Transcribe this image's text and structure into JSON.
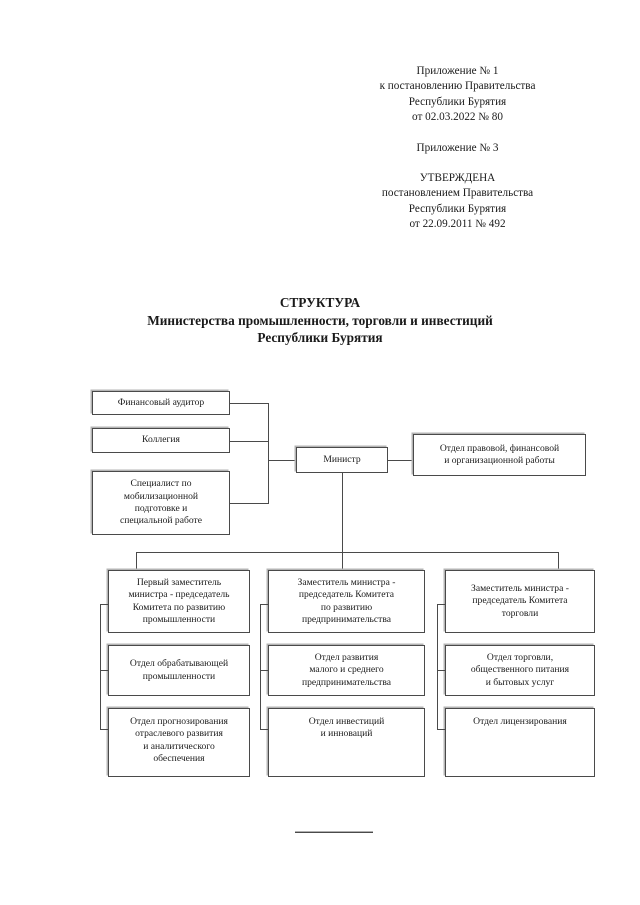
{
  "document": {
    "header": {
      "group1": [
        "Приложение № 1",
        "к постановлению Правительства",
        "Республики Бурятия",
        "от 02.03.2022 № 80"
      ],
      "group2": [
        "Приложение № 3"
      ],
      "group3": [
        "УТВЕРЖДЕНА",
        "постановлением Правительства",
        "Республики Бурятия",
        "от 22.09.2011 № 492"
      ]
    },
    "title": {
      "line1": "СТРУКТУРА",
      "line2": "Министерства промышленности, торговли и инвестиций",
      "line3": "Республики Бурятия"
    },
    "footer_rule": "—"
  },
  "chart_data": {
    "type": "diagram",
    "title": "Структура Министерства промышленности, торговли и инвестиций Республики Бурятия",
    "nodes": {
      "minister": "Министр",
      "financial_auditor": "Финансовый аудитор",
      "collegium": "Коллегия",
      "mobilization_specialist": "Специалист по\nмобилизационной\nподготовке и\nспециальной работе",
      "legal_finance_dept": "Отдел правовой, финансовой\nи организационной работы",
      "deputy1": "Первый заместитель\nминистра - председатель\nКомитета по развитию\nпромышленности",
      "deputy1_dept1": "Отдел обрабатывающей\nпромышленности",
      "deputy1_dept2": "Отдел прогнозирования\nотраслевого развития\nи аналитического\nобеспечения",
      "deputy2": "Заместитель министра -\nпредседатель Комитета\nпо развитию\nпредпринимательства",
      "deputy2_dept1": "Отдел развития\nмалого и среднего\nпредпринимательства",
      "deputy2_dept2": "Отдел инвестиций\nи инноваций",
      "deputy3": "Заместитель министра -\nпредседатель Комитета\nторговли",
      "deputy3_dept1": "Отдел торговли,\nобщественного питания\nи бытовых услуг",
      "deputy3_dept2": "Отдел лицензирования"
    },
    "edges": [
      {
        "from": "minister",
        "to": "financial_auditor"
      },
      {
        "from": "minister",
        "to": "collegium"
      },
      {
        "from": "minister",
        "to": "mobilization_specialist"
      },
      {
        "from": "minister",
        "to": "legal_finance_dept"
      },
      {
        "from": "minister",
        "to": "deputy1"
      },
      {
        "from": "minister",
        "to": "deputy2"
      },
      {
        "from": "minister",
        "to": "deputy3"
      },
      {
        "from": "deputy1",
        "to": "deputy1_dept1"
      },
      {
        "from": "deputy1",
        "to": "deputy1_dept2"
      },
      {
        "from": "deputy2",
        "to": "deputy2_dept1"
      },
      {
        "from": "deputy2",
        "to": "deputy2_dept2"
      },
      {
        "from": "deputy3",
        "to": "deputy3_dept1"
      },
      {
        "from": "deputy3",
        "to": "deputy3_dept2"
      }
    ],
    "colors": {
      "box_border": "#4a4a4a",
      "box_shadow": "#b4b4b4",
      "background": "#ffffff",
      "text": "#1a1a1a"
    }
  }
}
